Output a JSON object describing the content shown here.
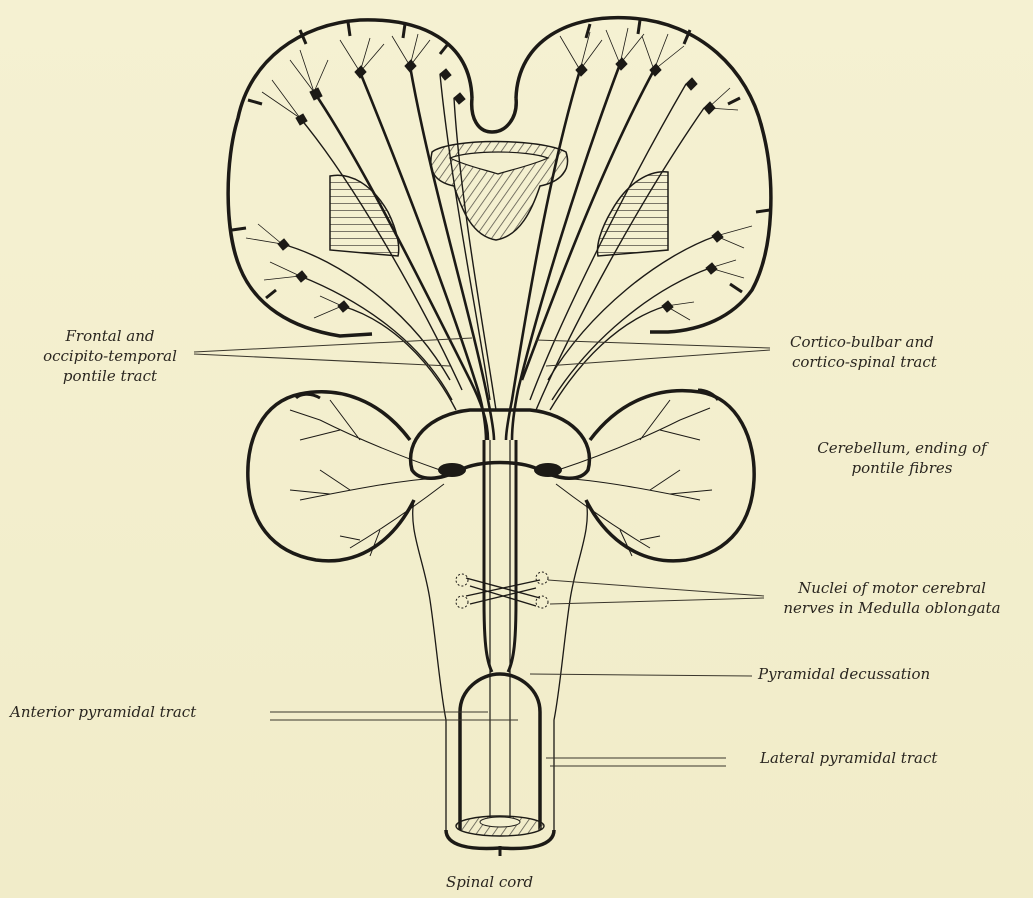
{
  "labels": {
    "frontal_tract": [
      "Frontal and",
      "occipito-temporal",
      "pontile tract"
    ],
    "cortico_tract": [
      "Cortico-bulbar and",
      "cortico-spinal tract"
    ],
    "cerebellum": [
      "Cerebellum, ending of",
      "pontile fibres"
    ],
    "nuclei": [
      "Nuclei of motor cerebral",
      "nerves in Medulla oblongata"
    ],
    "pyramidal_decussation": "Pyramidal decussation",
    "anterior_tract": "Anterior pyramidal tract",
    "lateral_tract": "Lateral pyramidal tract",
    "spinal_cord": "Spinal cord"
  },
  "colors": {
    "ink": "#1c1a16",
    "hatch": "#8a8778",
    "paper": "#f3efcf"
  }
}
